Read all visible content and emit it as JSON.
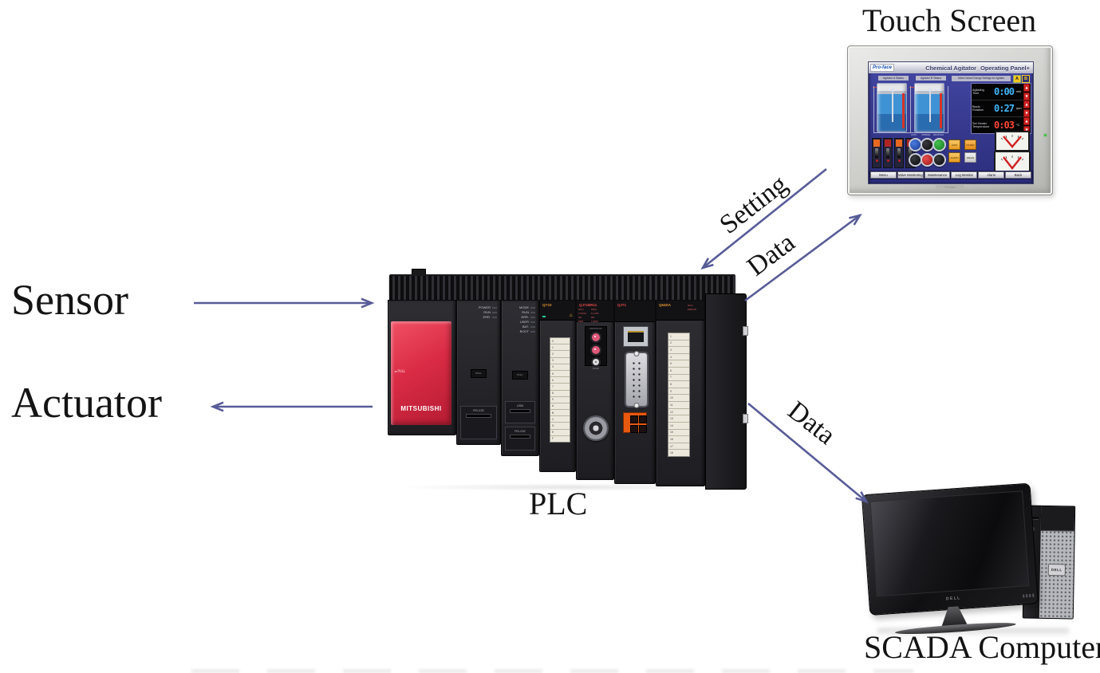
{
  "diagram": {
    "arrow_color": "#575c97",
    "labels": {
      "sensor": "Sensor",
      "actuator": "Actuator",
      "plc": "PLC",
      "touch_screen": "Touch Screen",
      "scada_computer": "SCADA Computer",
      "setting": "Setting",
      "data_to_touch": "Data",
      "data_to_scada": "Data"
    }
  },
  "touch_panel": {
    "brand": "Pro-face",
    "title": "Chemical Agitator",
    "title_right": "Operating Panel+",
    "tank_a_label": "Agitator A Status",
    "tank_b_label": "Agitator B Status",
    "selector_label": "Select Value/Change Settings for Agitator",
    "selector_options": [
      "A",
      "B"
    ],
    "readouts": [
      {
        "label": "Agitating Time",
        "value": "0:00",
        "unit": "min",
        "color": "#41b6f8"
      },
      {
        "label": "Blade Rotation",
        "value": "0:27",
        "unit": "rpm",
        "color": "#41b6f8"
      },
      {
        "label": "Set Heater Temperature",
        "value": "0:03",
        "unit": "°C",
        "color": "#ff4435"
      }
    ],
    "button_labels_top": [
      "AUTO",
      "NORMAL",
      "RECIP RACK"
    ],
    "function_buttons": [
      "AJST",
      "FILTER",
      "AGSTN",
      "DRAIN"
    ],
    "menu": [
      "Menu",
      "Valve Monitoring",
      "Maintenance",
      "Log Monitor",
      "Alarm",
      "Back"
    ],
    "footer_tag": "Pro-face"
  },
  "plc": {
    "brand": "MITSUBISHI",
    "pull_arrow": "◄ PULL",
    "pull_label": "PULL",
    "power_leds": [
      "POWER",
      "RUN",
      "ERR."
    ],
    "cpu_leds": [
      "MODE",
      "RUN",
      "ERR.",
      "USER",
      "BAT.",
      "BOOT"
    ],
    "rs232_label": "RS-232",
    "usb_label": "USB",
    "output_model": "QY10",
    "warning_icon": "⚠",
    "network_model": "QJ71BR11",
    "network_leds_left": [
      "RUN",
      "T.PASS",
      "SD",
      "ERR."
    ],
    "network_leds_right": [
      "MNG",
      "D.LINK",
      "RD",
      "L ERR."
    ],
    "station_label": "STATION NO.",
    "mode_label": "MODE",
    "serial_model": "QJ71",
    "analog_model": "Q64DA",
    "analog_leds": [
      "RUN",
      "ERROR"
    ],
    "output_terminals": [
      "0",
      "1",
      "2",
      "3",
      "4",
      "5",
      "6",
      "7",
      "8",
      "9",
      "A",
      "B",
      "C",
      "D",
      "E",
      "F"
    ],
    "analog_terminals": [
      "1",
      "2",
      "3",
      "4",
      "5",
      "6",
      "7",
      "8",
      "9",
      "10",
      "11",
      "12",
      "13",
      "14",
      "15",
      "16",
      "17",
      "18"
    ]
  },
  "scada": {
    "monitor_brand": "DELL",
    "tower_brand": "DELL"
  }
}
